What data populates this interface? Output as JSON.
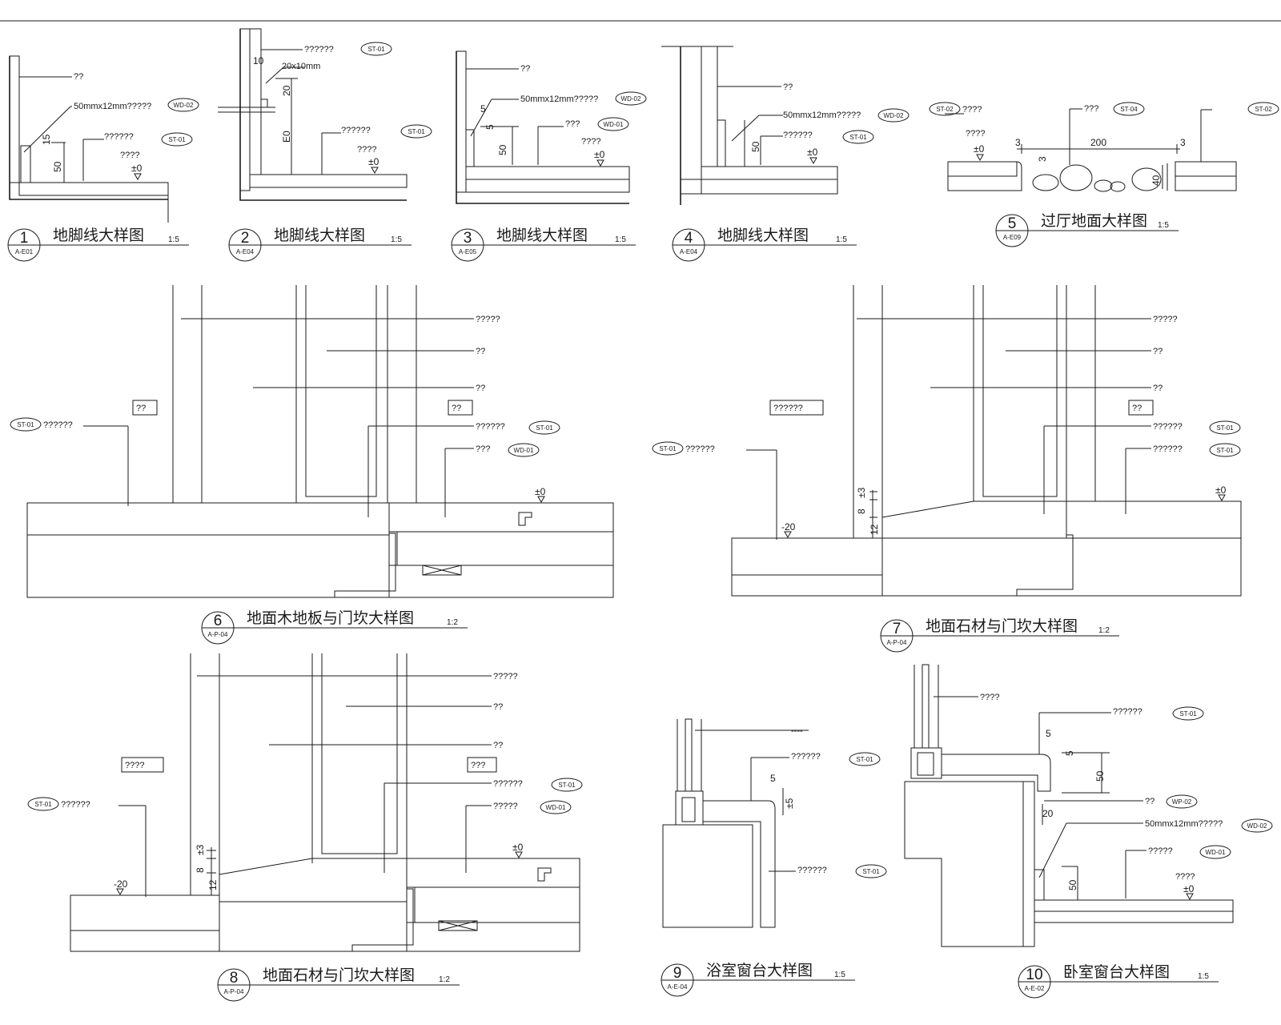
{
  "details": [
    {
      "num": "1",
      "ref": "A-E01",
      "title": "地脚线大样图",
      "scale": "1:5"
    },
    {
      "num": "2",
      "ref": "A-E04",
      "title": "地脚线大样图",
      "scale": "1:5"
    },
    {
      "num": "3",
      "ref": "A-E05",
      "title": "地脚线大样图",
      "scale": "1:5"
    },
    {
      "num": "4",
      "ref": "A-E04",
      "title": "地脚线大样图",
      "scale": "1:5"
    },
    {
      "num": "5",
      "ref": "A-E09",
      "title": "过厅地面大样图",
      "scale": "1:5"
    },
    {
      "num": "6",
      "ref": "A-P-04",
      "title": "地面木地板与门坎大样图",
      "scale": "1:2"
    },
    {
      "num": "7",
      "ref": "A-P-04",
      "title": "地面石材与门坎大样图",
      "scale": "1:2"
    },
    {
      "num": "8",
      "ref": "A-P-04",
      "title": "地面石材与门坎大样图",
      "scale": "1:2"
    },
    {
      "num": "9",
      "ref": "A-E-04",
      "title": "浴室窗台大样图",
      "scale": "1:5"
    },
    {
      "num": "10",
      "ref": "A-E-02",
      "title": "卧室窗台大样图",
      "scale": "1:5"
    }
  ],
  "labels": {
    "d1": [
      "??",
      "50mmx12mm?????",
      "??????",
      "????"
    ],
    "d2": [
      "??????",
      "20x10mm",
      "??????",
      "????"
    ],
    "d3": [
      "??",
      "50mmx12mm?????",
      "???",
      "????"
    ],
    "d4": [
      "??",
      "50mmx12mm?????",
      "??????"
    ],
    "d5": [
      "????",
      "???",
      "????"
    ],
    "d6": [
      "?????",
      "??",
      "??",
      "??????",
      "???",
      "??????"
    ],
    "d6box": [
      "??",
      "??"
    ],
    "d7": [
      "?????",
      "??",
      "??",
      "??????",
      "??????",
      "??????"
    ],
    "d7box": [
      "??????",
      "??"
    ],
    "d8": [
      "?????",
      "??",
      "??",
      "??????",
      "?????",
      "??????"
    ],
    "d8box": [
      "????",
      "???"
    ],
    "d9": [
      "??????",
      "??????"
    ],
    "d10": [
      "????",
      "??????",
      "??",
      "50mmx12mm?????",
      "?????",
      "????"
    ]
  },
  "dims": {
    "d1": [
      "15",
      "50",
      "±0"
    ],
    "d2": [
      "10",
      "20",
      "E0",
      "±0"
    ],
    "d3": [
      "5",
      "5",
      "50",
      "±0"
    ],
    "d4": [
      "50",
      "±0"
    ],
    "d5": [
      "3",
      "200",
      "3",
      "3",
      "40",
      "±0"
    ],
    "d6": [
      "±0"
    ],
    "d7": [
      "±3",
      "8",
      "12",
      "-20",
      "±0"
    ],
    "d8": [
      "±3",
      "8",
      "12",
      "-20",
      "±0"
    ],
    "d9": [
      "5",
      "±5"
    ],
    "d10": [
      "5",
      "5",
      "50",
      "20",
      "50",
      "±0"
    ]
  },
  "tags": {
    "d1": [
      "WD-02",
      "ST-01"
    ],
    "d2": [
      "ST-01",
      "ST-01"
    ],
    "d3": [
      "WD-02",
      "WD-01"
    ],
    "d4": [
      "WD-02",
      "ST-01"
    ],
    "d5": [
      "ST-02",
      "ST-04",
      "ST-02"
    ],
    "d6": [
      "ST-01",
      "ST-01",
      "WD-01"
    ],
    "d7": [
      "ST-01",
      "ST-01",
      "ST-01"
    ],
    "d8": [
      "ST-01",
      "ST-01",
      "WD-01"
    ],
    "d9": [
      "ST-01",
      "ST-01"
    ],
    "d10": [
      "ST-01",
      "WP-02",
      "WD-02",
      "WD-01"
    ]
  }
}
